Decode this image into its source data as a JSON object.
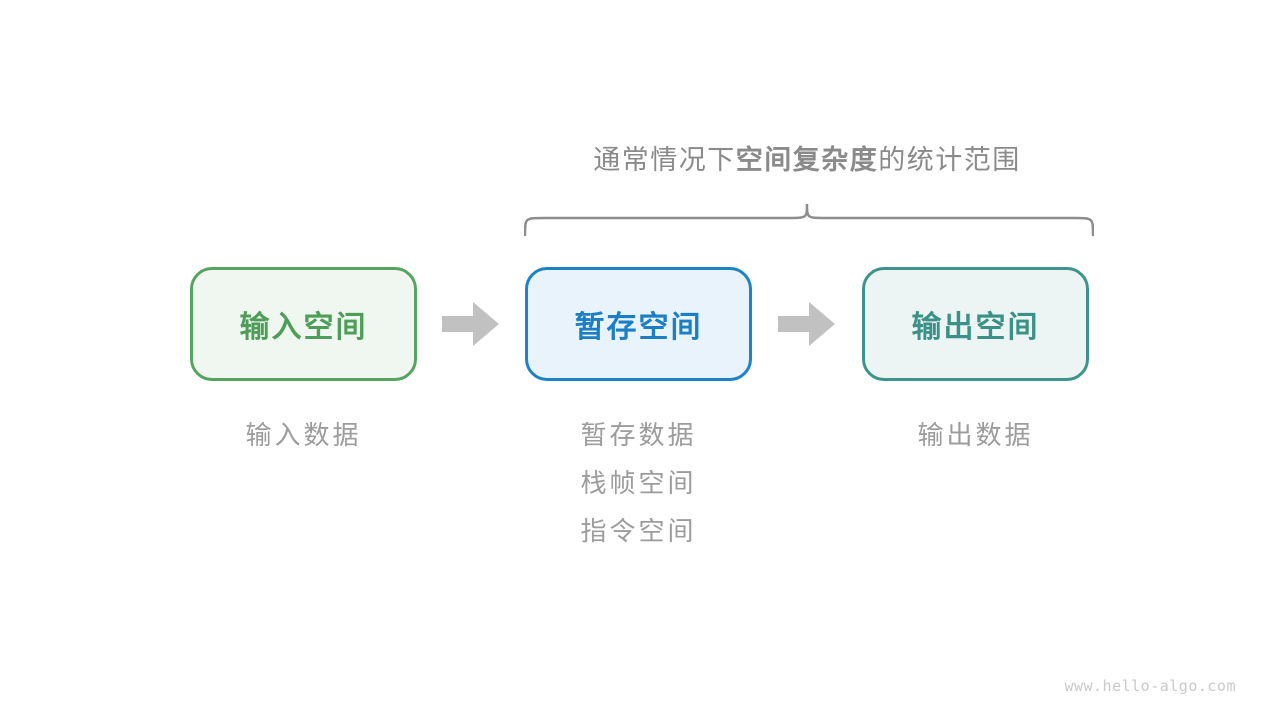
{
  "caption": {
    "prefix": "通常情况下",
    "bold": "空间复杂度",
    "suffix": "的统计范围"
  },
  "boxes": [
    {
      "name": "input-space",
      "label": "输入空间",
      "border_color": "#56A45F",
      "fill_color": "#F0F7F0",
      "text_color": "#4E9D58"
    },
    {
      "name": "temp-space",
      "label": "暂存空间",
      "border_color": "#1E82C6",
      "fill_color": "#E9F3FC",
      "text_color": "#1C7FC4"
    },
    {
      "name": "output-space",
      "label": "输出空间",
      "border_color": "#3E948B",
      "fill_color": "#ECF5F3",
      "text_color": "#3A9187"
    }
  ],
  "annotations": {
    "input": [
      "输入数据"
    ],
    "temp": [
      "暂存数据",
      "栈帧空间",
      "指令空间"
    ],
    "output": [
      "输出数据"
    ]
  },
  "colors": {
    "arrow": "#C1C1C1",
    "brace": "#8D8D8D",
    "caption_text": "#8A8A8A",
    "annotation_text": "#9C9C9C",
    "watermark_text": "#C9C9C9"
  },
  "watermark": "www.hello-algo.com"
}
